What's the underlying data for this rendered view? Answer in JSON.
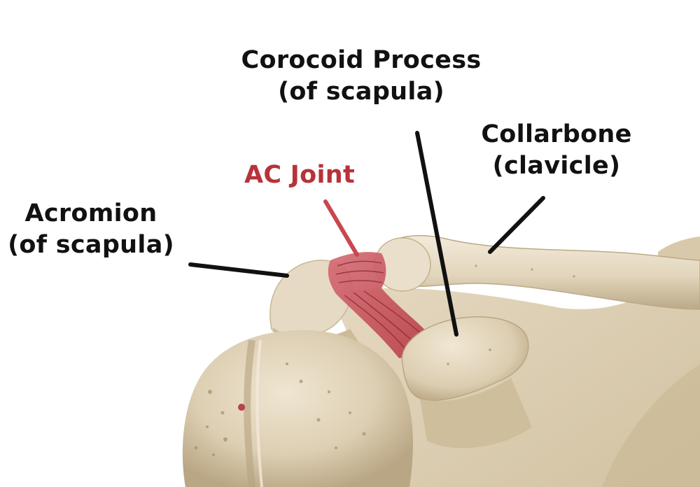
{
  "labels": {
    "coracoid": {
      "line1": "Corocoid Process",
      "line2": "(of scapula)"
    },
    "collarbone": {
      "line1": "Collarbone",
      "line2": "(clavicle)"
    },
    "ac_joint": {
      "text": "AC Joint"
    },
    "acromion": {
      "line1": "Acromion",
      "line2": "(of scapula)"
    }
  },
  "colors": {
    "bone": "#e3d7bf",
    "bone_shadow": "#bfae8f",
    "bone_highlight": "#f1e9d8",
    "ligament": "#c9545c",
    "ligament_dark": "#9c2f38",
    "label_text": "#111111",
    "ac_joint_text": "#b8323a",
    "pointer": "#111111"
  }
}
